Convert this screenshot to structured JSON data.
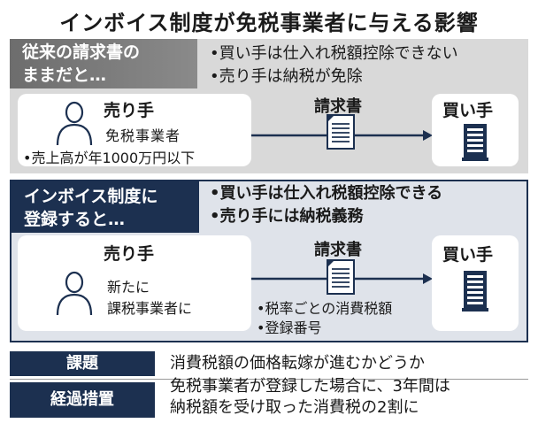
{
  "title": "インボイス制度が免税事業者に与える影響",
  "section1": {
    "header": [
      "従来の請求書の",
      "ままだと…"
    ],
    "bullets": [
      "•買い手は仕入れ税額控除できない",
      "•売り手は納税が免除"
    ],
    "seller_label": "売り手",
    "seller_status": "免税事業者",
    "seller_note": "•売上高が年1000万円以下",
    "invoice_label": "請求書",
    "buyer_label": "買い手"
  },
  "section2": {
    "header": [
      "インボイス制度に",
      "登録すると…"
    ],
    "bullets": [
      "•買い手は仕入れ税額控除できる",
      "•売り手には納税義務"
    ],
    "seller_label": "売り手",
    "seller_status": [
      "新たに",
      "課税事業者に"
    ],
    "invoice_label": "請求書",
    "invoice_notes": [
      "•税率ごとの消費税額",
      "•登録番号"
    ],
    "buyer_label": "買い手"
  },
  "issues": {
    "label": "課題",
    "text": "消費税額の価格転嫁が進むかどうか"
  },
  "transition": {
    "label": "経過措置",
    "text": [
      "免税事業者が登録した場合に、3年間は",
      "納税額を受け取った消費税の2割に"
    ]
  },
  "colors": {
    "navy": "#1c3050",
    "gray_header": "#6d6d6d",
    "gray_bg": "#d9d9d9",
    "blue_bg": "#dfe3ea"
  },
  "icons": [
    "person-icon",
    "document-icon",
    "building-icon",
    "arrow-right-icon"
  ]
}
